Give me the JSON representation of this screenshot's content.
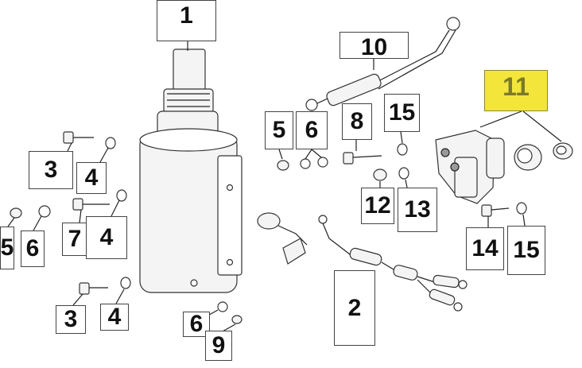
{
  "diagram": {
    "callouts": [
      {
        "id": "c1",
        "label": "1"
      },
      {
        "id": "c10",
        "label": "10"
      },
      {
        "id": "c11",
        "label": "11",
        "highlight_color": "#f3e53a"
      },
      {
        "id": "c5a",
        "label": "5"
      },
      {
        "id": "c6a",
        "label": "6"
      },
      {
        "id": "c8",
        "label": "8"
      },
      {
        "id": "c15a",
        "label": "15"
      },
      {
        "id": "c3a",
        "label": "3"
      },
      {
        "id": "c4a",
        "label": "4"
      },
      {
        "id": "c5b",
        "label": "5"
      },
      {
        "id": "c6b",
        "label": "6"
      },
      {
        "id": "c7",
        "label": "7"
      },
      {
        "id": "c4b",
        "label": "4"
      },
      {
        "id": "c12",
        "label": "12"
      },
      {
        "id": "c13",
        "label": "13"
      },
      {
        "id": "c14",
        "label": "14"
      },
      {
        "id": "c15b",
        "label": "15"
      },
      {
        "id": "c2",
        "label": "2"
      },
      {
        "id": "c3b",
        "label": "3"
      },
      {
        "id": "c4c",
        "label": "4"
      },
      {
        "id": "c6c",
        "label": "6"
      },
      {
        "id": "c9",
        "label": "9"
      }
    ]
  }
}
